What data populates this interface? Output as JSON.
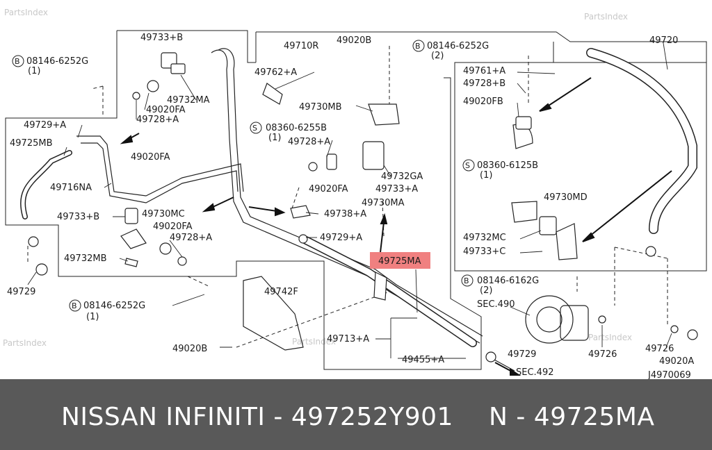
{
  "watermark": "PartsIndex",
  "highlight_color": "#f08080",
  "labels": {
    "l49733B_top": "49733+B",
    "l08146_6252G_left": "08146-6252G",
    "l1_a": "(1)",
    "l49732MA": "49732MA",
    "l49020FA_top": "49020FA",
    "l49728A_top": "49728+A",
    "l49729A_left": "49729+A",
    "l49725MB": "49725MB",
    "l49020FA_mid": "49020FA",
    "l49716NA": "49716NA",
    "l49733B_mid": "49733+B",
    "l49730MC": "49730MC",
    "l49020FA_low": "49020FA",
    "l49728A_low": "49728+A",
    "l49732MB": "49732MB",
    "l49729_left": "49729",
    "l08146_6252G_bottom": "08146-6252G",
    "l1_b": "(1)",
    "l49710R": "49710R",
    "l49020B_top": "49020B",
    "l49762A": "49762+A",
    "l49730MB": "49730MB",
    "l08360_6255B": "08360-6255B",
    "l1_c": "(1)",
    "l49728A_center": "49728+A",
    "l49020FA_center": "49020FA",
    "l49732GA": "49732GA",
    "l49733A": "49733+A",
    "l49730MA": "49730MA",
    "l49738A": "49738+A",
    "l49729A_center": "49729+A",
    "l49725MA": "49725MA",
    "l49742F": "49742F",
    "l49020B_bottom": "49020B",
    "l49713A": "49713+A",
    "l49455A": "49455+A",
    "l49729_center": "49729",
    "lSEC492": "SEC.492",
    "l08146_6252G_right": "08146-6252G",
    "l2_a": "(2)",
    "l49720": "49720",
    "l49761A": "49761+A",
    "l49728B": "49728+B",
    "l49020FB": "49020FB",
    "l08360_6125B": "08360-6125B",
    "l1_d": "(1)",
    "l49730MD": "49730MD",
    "l49732MC": "49732MC",
    "l49733C": "49733+C",
    "l08146_6162G": "08146-6162G",
    "l2_b": "(2)",
    "lSEC490": "SEC.490",
    "l49726_a": "49726",
    "l49726_b": "49726",
    "l49020A": "49020A",
    "lJ4970069": "J4970069",
    "bolt_symbol_B": "B",
    "bolt_symbol_S": "S"
  },
  "footer": {
    "left": "NISSAN  INFINITI - 497252Y901",
    "right": "N - 49725MA"
  }
}
